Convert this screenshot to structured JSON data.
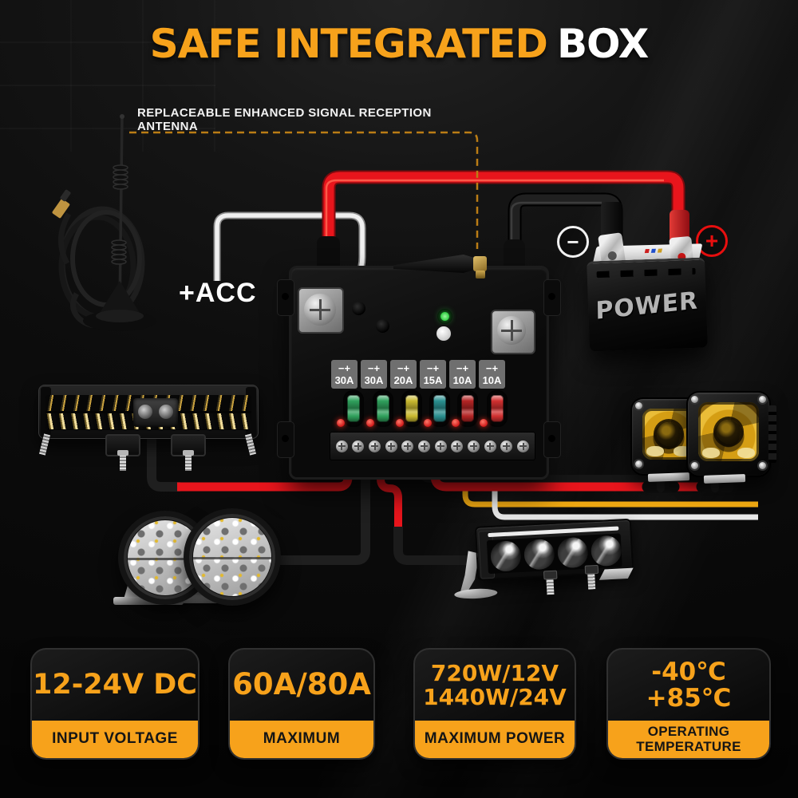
{
  "title": {
    "main": "SAFE INTEGRATED",
    "accent": "BOX"
  },
  "callout": {
    "text": "REPLACEABLE ENHANCED SIGNAL RECEPTION ANTENNA"
  },
  "acc": {
    "label": "+ACC"
  },
  "battery": {
    "brand": "POWER",
    "minus": "−",
    "plus": "+"
  },
  "fusebox": {
    "fuses": [
      {
        "polarity": "−+",
        "amp": "30A",
        "color": "#2fa05c"
      },
      {
        "polarity": "−+",
        "amp": "30A",
        "color": "#2fa05c"
      },
      {
        "polarity": "−+",
        "amp": "20A",
        "color": "#c9b930"
      },
      {
        "polarity": "−+",
        "amp": "15A",
        "color": "#2a8f8f"
      },
      {
        "polarity": "−+",
        "amp": "10A",
        "color": "#b32424"
      },
      {
        "polarity": "−+",
        "amp": "10A",
        "color": "#d03030"
      }
    ]
  },
  "specs": [
    {
      "values": [
        "12-24V DC"
      ],
      "labels": [
        "INPUT VOLTAGE"
      ]
    },
    {
      "values": [
        "60A/80A"
      ],
      "labels": [
        "MAXIMUM"
      ]
    },
    {
      "values": [
        "720W/12V",
        "1440W/24V"
      ],
      "labels": [
        "MAXIMUM POWER"
      ]
    },
    {
      "values": [
        "-40℃",
        "+85℃"
      ],
      "labels": [
        "OPERATING",
        "TEMPERATURE"
      ]
    }
  ],
  "colors": {
    "accent": "#F7A21B",
    "wire_red": "#E8151C",
    "wire_yellow": "#EDA712",
    "wire_white": "#EFEFEF",
    "callout_dash": "#BB7D15"
  }
}
